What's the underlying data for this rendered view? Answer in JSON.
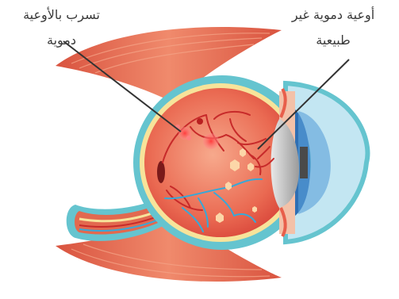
{
  "labels": {
    "leakage": {
      "line1": "تسرب بالأوعية",
      "line2": "دموية"
    },
    "abnormal_vessels": {
      "line1": "أوعية دموية غير",
      "line2": "طبيعية"
    }
  },
  "colors": {
    "muscle": "#e2694f",
    "muscle_stripe": "#f4a184",
    "sclera_outer": "#65c4cf",
    "retina_band": "#f7e39a",
    "interior": "#e85f4b",
    "interior_light": "#f49a7e",
    "cornea": "#c3e6f2",
    "iris": "#2f6fb3",
    "lens": "#cfcfcf",
    "vessel_red": "#c72a2a",
    "vessel_blue": "#37a8d8",
    "hemorrhage": "#ff6a6a",
    "exudate": "#fcd7a8",
    "optic_nerve": "#e2694f",
    "pointer_line": "#333333"
  }
}
